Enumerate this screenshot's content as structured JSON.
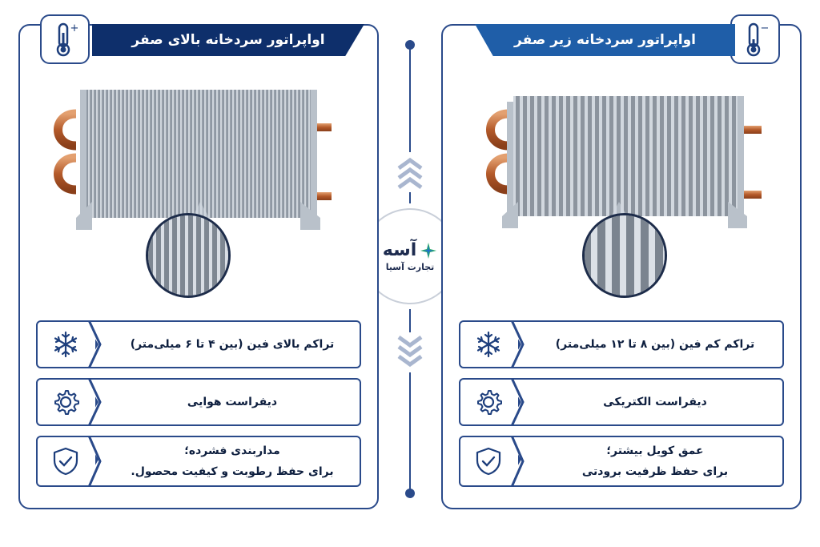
{
  "logo": {
    "brand": "آسه",
    "subtitle": "تجارت آسیا"
  },
  "left_panel": {
    "title": "اواپراتور سردخانه بالای صفر",
    "thermometer_sign": "+",
    "features": [
      {
        "icon": "snowflake-icon",
        "lines": [
          "تراکم بالای فین (بین ۴ تا ۶ میلی‌متر)"
        ]
      },
      {
        "icon": "gear-icon",
        "lines": [
          "دیفراست هوایی"
        ]
      },
      {
        "icon": "shield-check-icon",
        "lines": [
          "مداربندی فشرده؛",
          "برای حفظ رطوبت و کیفیت محصول."
        ]
      }
    ]
  },
  "right_panel": {
    "title": "اواپراتور سردخانه زیر صفر",
    "thermometer_sign": "−",
    "features": [
      {
        "icon": "snowflake-icon",
        "lines": [
          "تراکم کم فین (بین ۸ تا ۱۲ میلی‌متر)"
        ]
      },
      {
        "icon": "gear-icon",
        "lines": [
          "دیفراست الکتریکی"
        ]
      },
      {
        "icon": "shield-check-icon",
        "lines": [
          "عمق کویل بیشتر؛",
          "برای حفظ ظرفیت برودتی"
        ]
      }
    ]
  },
  "colors": {
    "navy": "#0e2f6b",
    "blue": "#1f5ea8",
    "outline": "#2a4a8a",
    "copper": "#c46a3a"
  }
}
